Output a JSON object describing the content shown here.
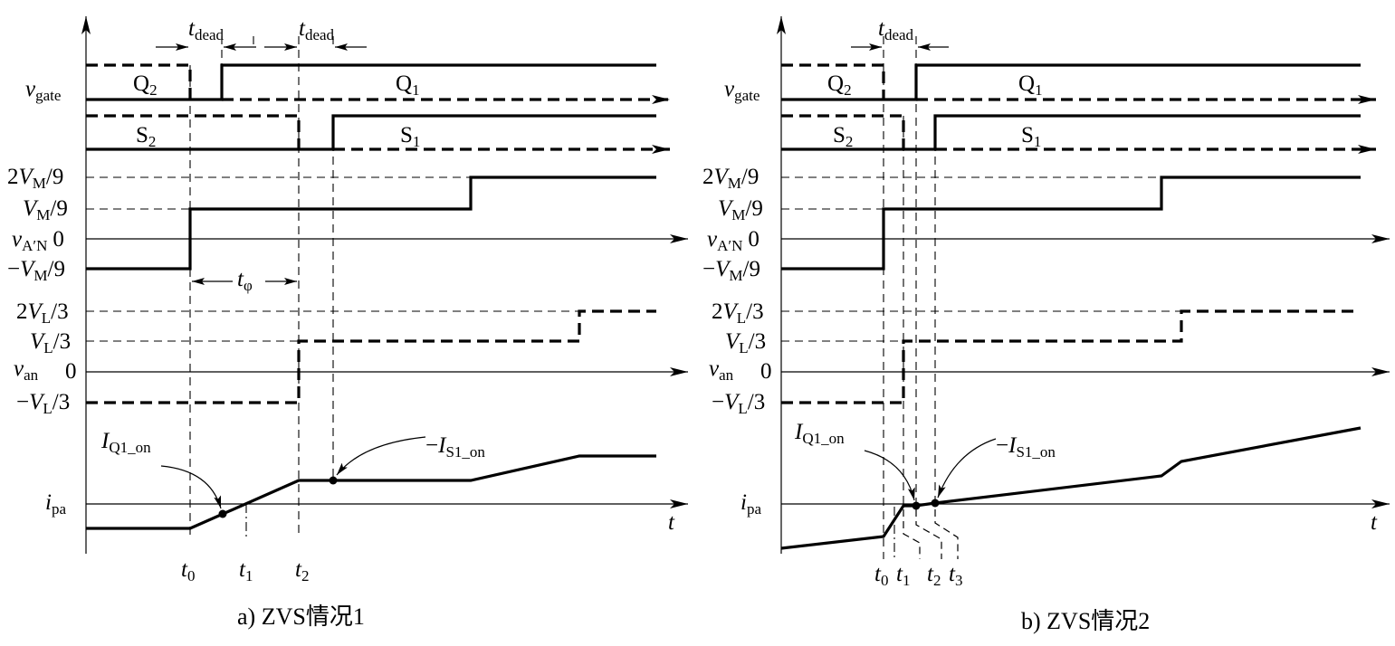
{
  "panel_a": {
    "caption": "a) ZVS情况1",
    "labels": {
      "v_gate": "v",
      "v_gate_sub": "gate",
      "q2": "Q",
      "q2_sub": "2",
      "q1": "Q",
      "q1_sub": "1",
      "s2": "S",
      "s2_sub": "2",
      "s1": "S",
      "s1_sub": "1",
      "t_dead_1": "t",
      "t_dead_1_sub": "dead",
      "t_dead_2": "t",
      "t_dead_2_sub": "dead",
      "vm2_pre": "2",
      "vm2_v": "V",
      "vm2_sub": "M",
      "vm2_post": "/9",
      "vm1_v": "V",
      "vm1_sub": "M",
      "vm1_post": "/9",
      "vAN": "v",
      "vAN_sub": "A′N",
      "vAN_zero": "0",
      "vmn_pre": "−",
      "vmn_v": "V",
      "vmn_sub": "M",
      "vmn_post": "/9",
      "t_phi": "t",
      "t_phi_sub": "φ",
      "vl2_pre": "2",
      "vl2_v": "V",
      "vl2_sub": "L",
      "vl2_post": "/3",
      "vl1_v": "V",
      "vl1_sub": "L",
      "vl1_post": "/3",
      "van": "v",
      "van_sub": "an",
      "van_zero": "0",
      "vln_pre": "−",
      "vln_v": "V",
      "vln_sub": "L",
      "vln_post": "/3",
      "iq1": "I",
      "iq1_sub": "Q1_on",
      "is1_pre": "−",
      "is1": "I",
      "is1_sub": "S1_on",
      "ipa": "i",
      "ipa_sub": "pa",
      "t_axis": "t",
      "t0": "t",
      "t0_sub": "0",
      "t1": "t",
      "t1_sub": "1",
      "t2": "t",
      "t2_sub": "2"
    }
  },
  "panel_b": {
    "caption": "b) ZVS情况2",
    "labels": {
      "v_gate": "v",
      "v_gate_sub": "gate",
      "q2": "Q",
      "q2_sub": "2",
      "q1": "Q",
      "q1_sub": "1",
      "s2": "S",
      "s2_sub": "2",
      "s1": "S",
      "s1_sub": "1",
      "t_dead": "t",
      "t_dead_sub": "dead",
      "vm2_pre": "2",
      "vm2_v": "V",
      "vm2_sub": "M",
      "vm2_post": "/9",
      "vm1_v": "V",
      "vm1_sub": "M",
      "vm1_post": "/9",
      "vAN": "v",
      "vAN_sub": "A′N",
      "vAN_zero": "0",
      "vmn_pre": "−",
      "vmn_v": "V",
      "vmn_sub": "M",
      "vmn_post": "/9",
      "vl2_pre": "2",
      "vl2_v": "V",
      "vl2_sub": "L",
      "vl2_post": "/3",
      "vl1_v": "V",
      "vl1_sub": "L",
      "vl1_post": "/3",
      "van": "v",
      "van_sub": "an",
      "van_zero": "0",
      "vln_pre": "−",
      "vln_v": "V",
      "vln_sub": "L",
      "vln_post": "/3",
      "iq1": "I",
      "iq1_sub": "Q1_on",
      "is1_pre": "−",
      "is1": "I",
      "is1_sub": "S1_on",
      "ipa": "i",
      "ipa_sub": "pa",
      "t_axis": "t",
      "t0": "t",
      "t0_sub": "0",
      "t1": "t",
      "t1_sub": "1",
      "t2": "t",
      "t2_sub": "2",
      "t3": "t",
      "t3_sub": "3"
    }
  }
}
